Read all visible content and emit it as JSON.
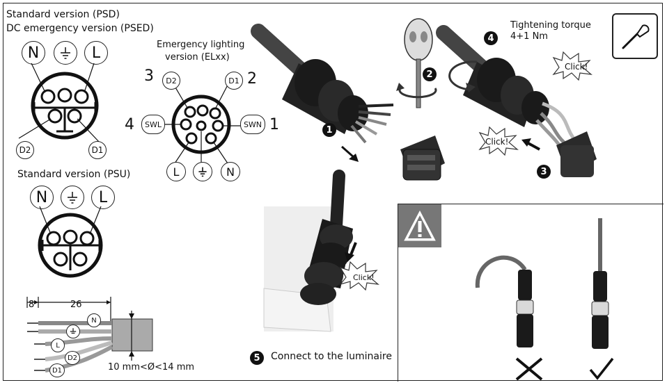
{
  "left": {
    "heading_line1": "Standard version (PSD)",
    "heading_line2": "DC emergency version (PSED)",
    "psd_labels": {
      "n": "N",
      "l": "L",
      "d2": "D2",
      "d1": "D1"
    },
    "psu_heading": "Standard version (PSU)",
    "psu_labels": {
      "n": "N",
      "l": "L"
    },
    "cable": {
      "dim_short": "8",
      "dim_long": "26",
      "diameter": "10 mm<Ø<14 mm",
      "wires": [
        "N",
        "L",
        "D2",
        "D1"
      ]
    }
  },
  "emergency": {
    "heading_line1": "Emergency lighting",
    "heading_line2": "version (ELxx)",
    "pins": [
      {
        "label": "D2",
        "number": "3"
      },
      {
        "label": "D1",
        "number": "2"
      },
      {
        "label": "SWL",
        "number": "4"
      },
      {
        "label": "SWN",
        "number": "1"
      },
      {
        "label": "L"
      },
      {
        "label": "N"
      }
    ]
  },
  "steps": {
    "s1": "1",
    "s2": "2",
    "s3": "3",
    "s4": "4",
    "s5": "5",
    "torque_line1": "Tightening torque",
    "torque_line2": "4+1 Nm",
    "click": "Click!",
    "connect": "Connect to the luminaire"
  },
  "icons": {
    "warning": "warning-icon",
    "tool": "screwdriver-icon",
    "wrong": "cross-icon",
    "right": "checkmark-icon"
  },
  "colors": {
    "ink": "#111111",
    "warn_bg": "#777777",
    "cable": "#555555",
    "connector": "#222222"
  }
}
